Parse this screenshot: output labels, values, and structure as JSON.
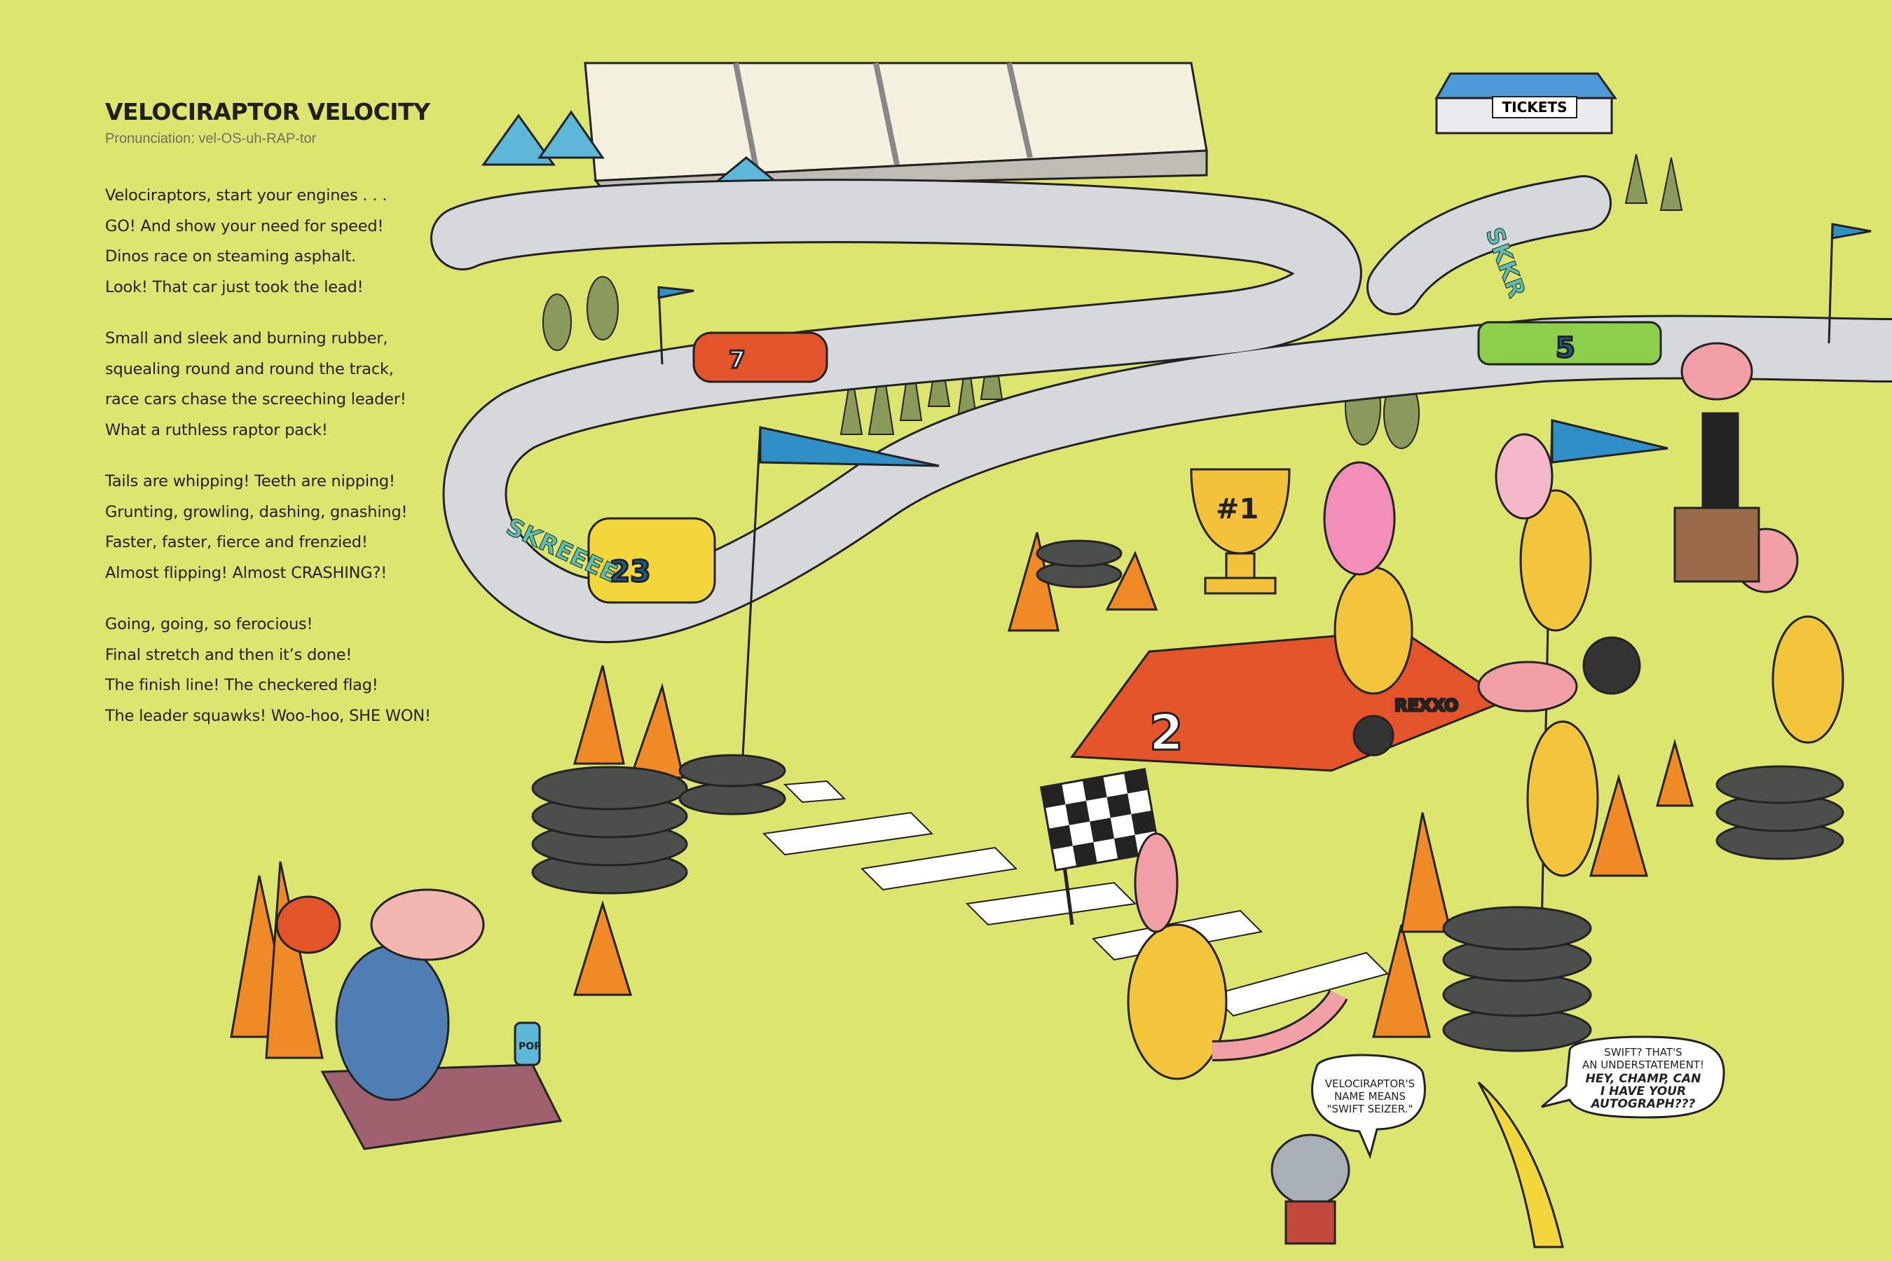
{
  "page": {
    "title": "VELOCIRAPTOR VELOCITY",
    "pronunciation": "Pronunciation: vel-OS-uh-RAP-tor",
    "stanzas": [
      {
        "lines": [
          "Velociraptors, start your engines . . .",
          "GO! And show your need for speed!",
          "Dinos race on steaming asphalt.",
          "Look! That car just took the lead!"
        ]
      },
      {
        "lines": [
          "Small and sleek and burning rubber,",
          "squealing round and round the track,",
          "race cars chase the screeching leader!",
          "What a ruthless raptor pack!"
        ]
      },
      {
        "lines": [
          "Tails are whipping! Teeth are nipping!",
          "Grunting, growling, dashing, gnashing!",
          "Faster, faster, fierce and frenzied!",
          "Almost flipping! Almost CRASHING?!"
        ]
      },
      {
        "lines": [
          "Going, going, so ferocious!",
          "Final stretch and then it’s done!",
          "The finish line! The checkered flag!",
          "The leader squawks! Woo-hoo, SHE WON!"
        ]
      }
    ]
  },
  "illustration": {
    "tickets_sign": "TICKETS",
    "trophy_label": "#1",
    "car_numbers": [
      "23",
      "2",
      "5",
      "7"
    ],
    "sponsor": "REXXO",
    "can_label": "POP",
    "skid_sounds": [
      "SKREEEE",
      "SKKR"
    ],
    "bubbles": [
      {
        "lines": [
          "VELOCIRAPTOR'S",
          "NAME MEANS",
          "\"SWIFT SEIZER.\""
        ]
      },
      {
        "lines": [
          "SWIFT? THAT'S",
          "AN UNDERSTATEMENT!"
        ],
        "bold_lines": [
          "HEY, CHAMP, CAN",
          "I HAVE YOUR",
          "AUTOGRAPH???"
        ]
      }
    ]
  },
  "colors": {
    "background": "#dce66f",
    "track": "#d6d9db",
    "cone": "#f08a24",
    "tire": "#4a4f4c",
    "flag_blue": "#2f8fc7",
    "trophy": "#f3c23a",
    "car_red": "#e4542a",
    "dino_pink": "#f2a0a8",
    "suit_yellow": "#f3c53a"
  }
}
